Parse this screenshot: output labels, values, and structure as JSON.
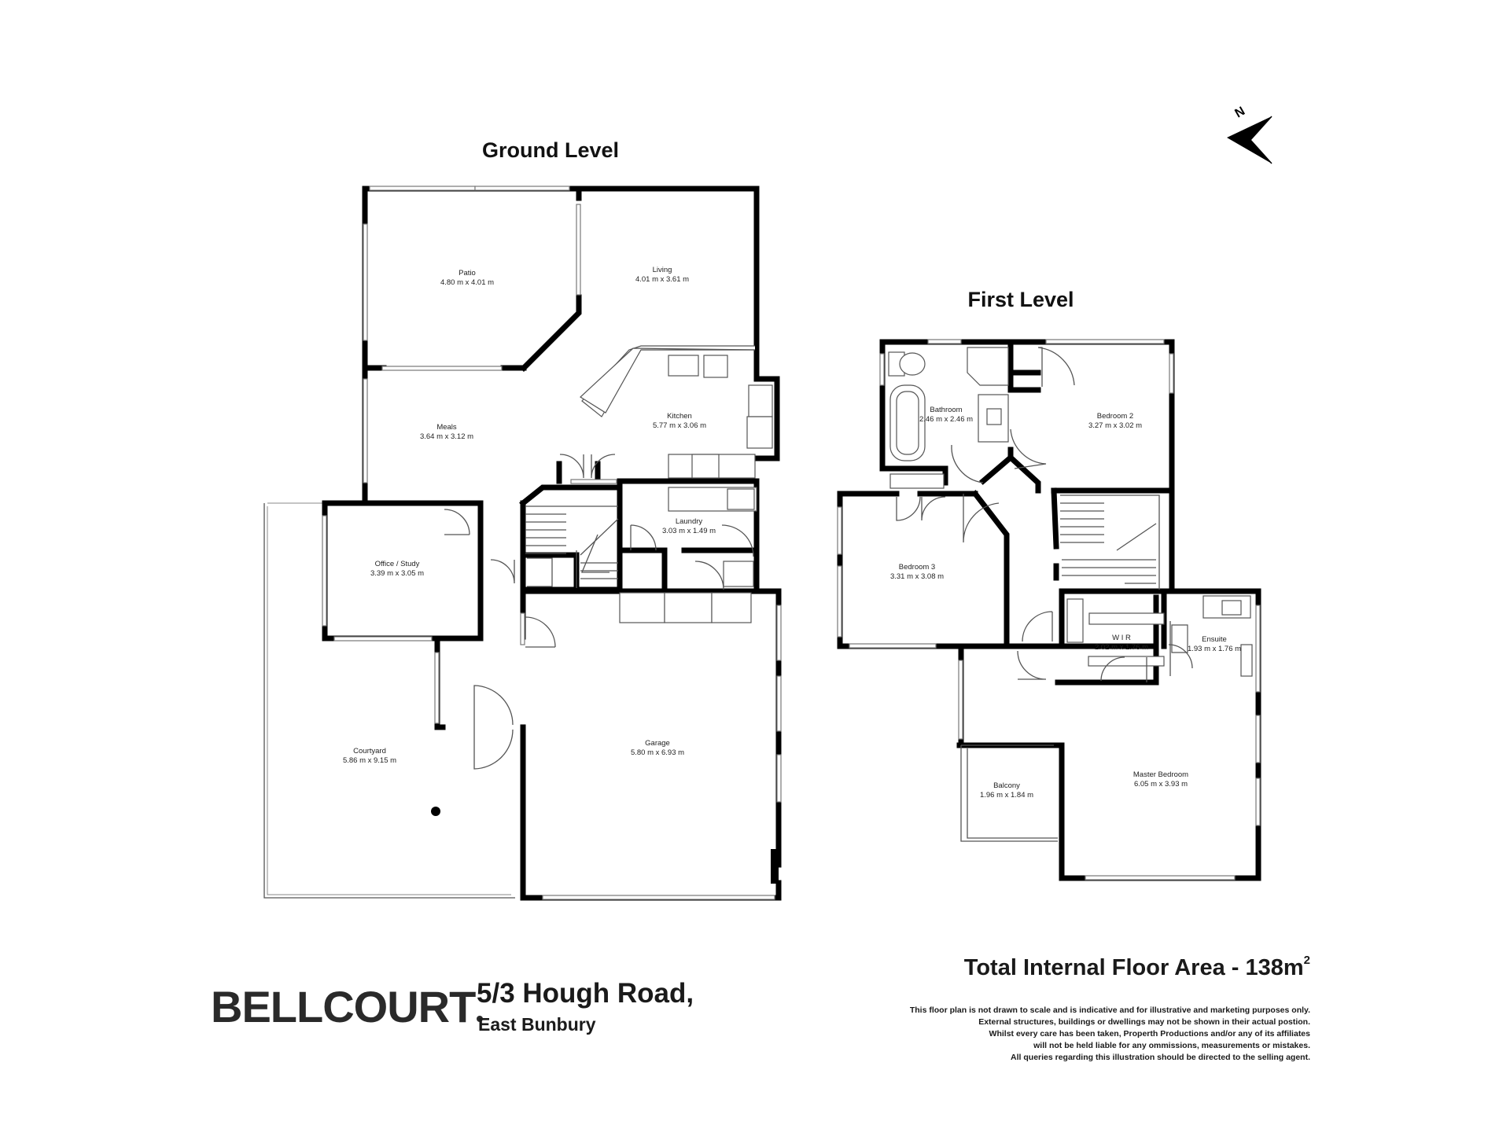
{
  "levels": {
    "ground": {
      "title": "Ground Level",
      "rooms": {
        "patio": {
          "name": "Patio",
          "dims": "4.80 m x 4.01 m"
        },
        "living": {
          "name": "Living",
          "dims": "4.01 m x 3.61 m"
        },
        "meals": {
          "name": "Meals",
          "dims": "3.64 m x 3.12 m"
        },
        "kitchen": {
          "name": "Kitchen",
          "dims": "5.77 m x 3.06 m"
        },
        "laundry": {
          "name": "Laundry",
          "dims": "3.03 m x 1.49 m"
        },
        "office": {
          "name": "Office / Study",
          "dims": "3.39 m x 3.05 m"
        },
        "courtyard": {
          "name": "Courtyard",
          "dims": "5.86 m x 9.15 m"
        },
        "garage": {
          "name": "Garage",
          "dims": "5.80 m x 6.93 m"
        }
      }
    },
    "first": {
      "title": "First Level",
      "rooms": {
        "bathroom": {
          "name": "Bathroom",
          "dims": "2.46 m x 2.46 m"
        },
        "bedroom2": {
          "name": "Bedroom 2",
          "dims": "3.27 m x 3.02 m"
        },
        "bedroom3": {
          "name": "Bedroom 3",
          "dims": "3.31 m x 3.08 m"
        },
        "wir": {
          "name": "W I R",
          "dims": "2.02 m x 1.76 m"
        },
        "ensuite": {
          "name": "Ensuite",
          "dims": "1.93 m x 1.76 m"
        },
        "balcony": {
          "name": "Balcony",
          "dims": "1.96 m x 1.84 m"
        },
        "master": {
          "name": "Master Bedroom",
          "dims": "6.05 m x 3.93 m"
        }
      }
    }
  },
  "compass": {
    "icon": "north-arrow-icon",
    "label": "N"
  },
  "brand": {
    "name": "BELLCOURT"
  },
  "address": {
    "line1": "5/3 Hough Road,",
    "line2": "East Bunbury"
  },
  "area": {
    "label": "Total Internal Floor Area - 138m",
    "unit_sup": "2"
  },
  "disclaimer": [
    "This floor plan is not drawn to scale and is indicative and for illustrative and marketing purposes only.",
    "External structures, buildings or dwellings may not be shown in their actual postion.",
    "Whilst every care has been taken, Properth Productions and/or any of its affiliates",
    "will not be held liable for any ommissions, measurements or mistakes.",
    "All queries regarding this illustration should be directed to the selling agent."
  ]
}
